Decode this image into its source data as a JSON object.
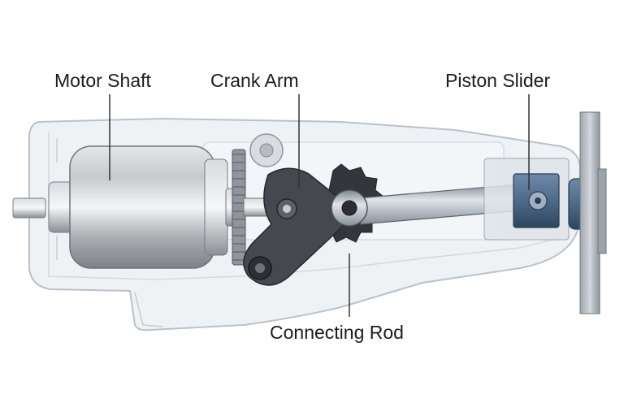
{
  "labels": {
    "motor_shaft": "Motor Shaft",
    "crank_arm": "Crank Arm",
    "piston_slider": "Piston Slider",
    "connecting_rod": "Connecting Rod"
  },
  "colors": {
    "housing_fill": "#eef2f5",
    "housing_stroke": "#b9c2ca",
    "motor_metal": "#b8bcc0",
    "crank_dark": "#3a3d42",
    "rod_metal": "#a9b2bb",
    "piston_blue": "#4d6a88",
    "leader_line": "#333333"
  },
  "icons": [
    "motor-icon",
    "gear-icon",
    "crank-icon",
    "rod-icon",
    "piston-icon"
  ]
}
